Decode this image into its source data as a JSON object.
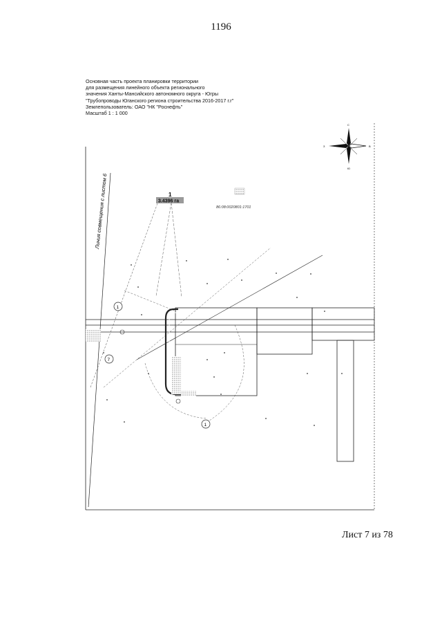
{
  "page": {
    "number": "1196",
    "sheet_label": "Лист 7 из 78"
  },
  "header": {
    "lines": [
      "Основная часть проекта планировки территории",
      "для размещения линейного объекта регионального",
      "значения Ханты-Мансийского автономного округа - Югры",
      "\"Трубопроводы Юганского региона строительства 2016-2017 г.г\"",
      "Землепользователь: ОАО \"НК \"Роснефть\"",
      "Масштаб 1 : 1 000"
    ]
  },
  "map": {
    "rotated_label": "Линия совмещения с листом 6",
    "parcel_marker": {
      "number": "1",
      "area": "3.4396 га"
    },
    "cadastral_number": "86:08:0020801:1701",
    "callout_circles": [
      "1",
      "7",
      "1"
    ],
    "north_arrow_letters": {
      "north": "С",
      "south": "Ю",
      "east": "В",
      "west": "З"
    },
    "colors": {
      "line": "#222222",
      "dashed": "#555555",
      "label_bg": "#9a9a9a",
      "hatch": "#666666"
    }
  }
}
